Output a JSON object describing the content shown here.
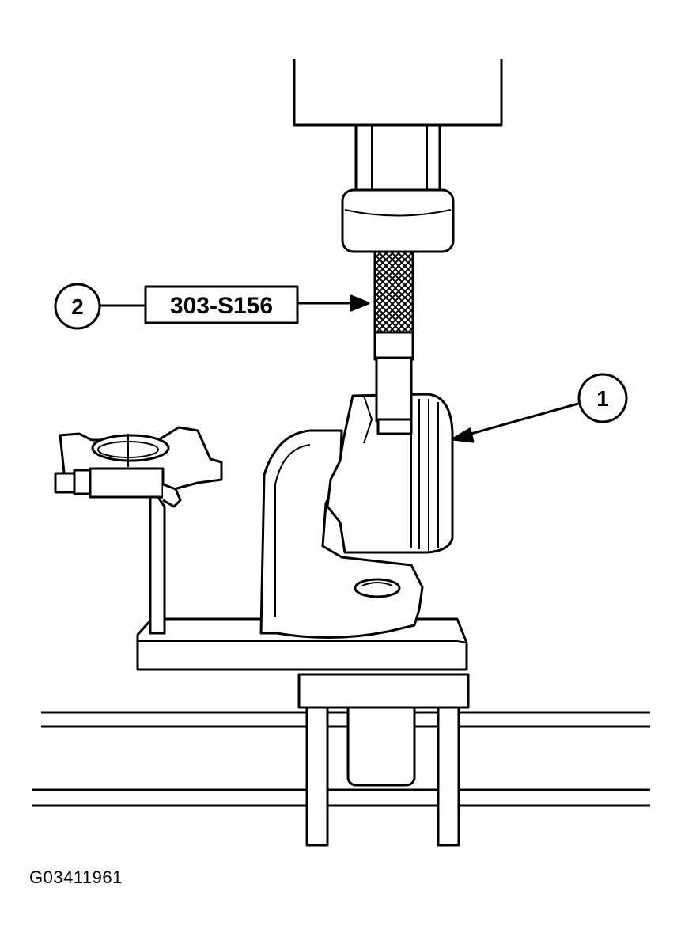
{
  "callouts": [
    {
      "number": "1"
    },
    {
      "number": "2",
      "tool_label": "303-S156"
    }
  ],
  "figure_id": "G03411961",
  "colors": {
    "line": "#000000",
    "fill": "#ffffff",
    "shade": "#bdbdbd"
  }
}
